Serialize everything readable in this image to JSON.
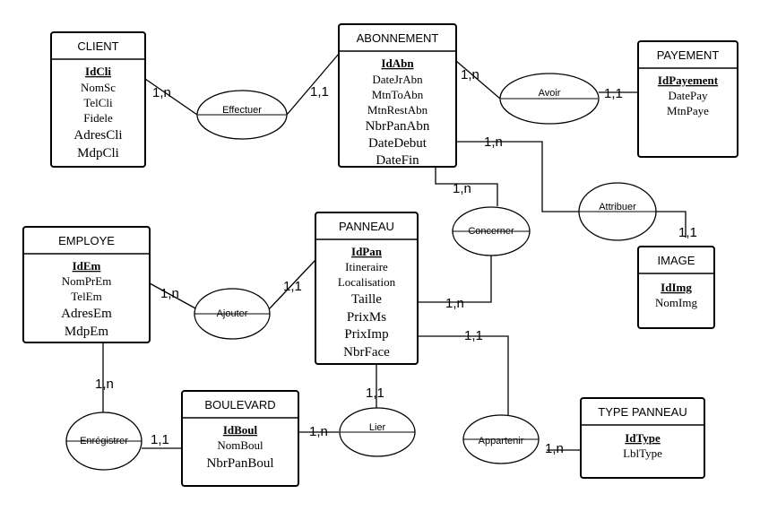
{
  "entities": {
    "client": {
      "title": "CLIENT",
      "key": "IdCli",
      "attrs": [
        "NomSc",
        "TelCli",
        "Fidele",
        "AdresCli",
        "MdpCli"
      ]
    },
    "abonnement": {
      "title": "ABONNEMENT",
      "key": "IdAbn",
      "attrs": [
        "DateJrAbn",
        "MtnToAbn",
        "MtnRestAbn",
        "NbrPanAbn",
        "DateDebut",
        "DateFin"
      ]
    },
    "payement": {
      "title": "PAYEMENT",
      "key": "IdPayement",
      "attrs": [
        "DatePay",
        "MtnPaye"
      ]
    },
    "employe": {
      "title": "EMPLOYE",
      "key": "IdEm",
      "attrs": [
        "NomPrEm",
        "TelEm",
        "AdresEm",
        "MdpEm"
      ]
    },
    "panneau": {
      "title": "PANNEAU",
      "key": "IdPan",
      "attrs": [
        "Itineraire",
        "Localisation",
        "Taille",
        "PrixMs",
        "PrixImp",
        "NbrFace"
      ]
    },
    "image": {
      "title": "IMAGE",
      "key": "IdImg",
      "attrs": [
        "NomImg"
      ]
    },
    "boulevard": {
      "title": "BOULEVARD",
      "key": "IdBoul",
      "attrs": [
        "NomBoul",
        "NbrPanBoul"
      ]
    },
    "type_panneau": {
      "title": "TYPE PANNEAU",
      "key": "IdType",
      "attrs": [
        "LblType"
      ]
    }
  },
  "relations": {
    "effectuer": "Effectuer",
    "avoir": "Avoir",
    "attribuer": "Attribuer",
    "concerner": "Concerner",
    "ajouter": "Ajouter",
    "enregistrer": "Enrégistrer",
    "lier": "Lier",
    "appartenir": "Appartenir"
  },
  "cardinalities": {
    "client_effectuer": "1,n",
    "abonnement_effectuer": "1,1",
    "abonnement_avoir": "1,n",
    "payement_avoir": "1,1",
    "abonnement_attribuer": "1,n",
    "image_attribuer": "1,1",
    "abonnement_concerner": "1,n",
    "panneau_concerner": "1,n",
    "employe_ajouter": "1,n",
    "panneau_ajouter": "1,1",
    "employe_enregistrer": "1,n",
    "boulevard_enregistrer": "1,1",
    "boulevard_lier": "1,n",
    "panneau_lier": "1,1",
    "panneau_appartenir": "1,1",
    "type_appartenir": "1,n"
  }
}
